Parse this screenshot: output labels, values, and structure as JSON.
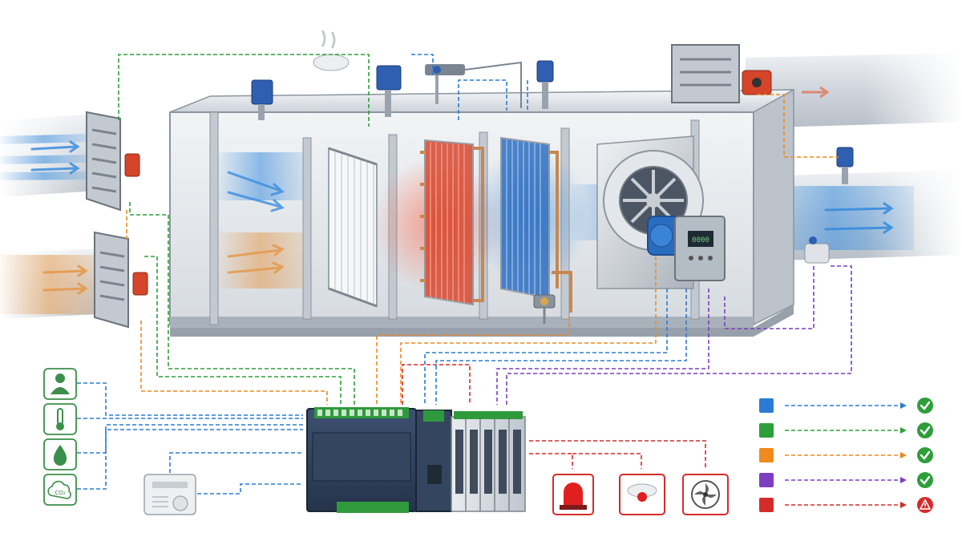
{
  "colors": {
    "background": "#ffffff",
    "duct": "#d4d9df",
    "ahu_frame": "#a9b1ba",
    "ahu_interior": "#e7eaee",
    "supply_air": "#3a8dde",
    "return_air": "#e49a4e",
    "heating_coil": "#d9482f",
    "cooling_coil": "#2f6fc1",
    "controller_body": "#2e3e57",
    "terminal_green": "#2f9a3c",
    "icon_green": "#3c8f4a",
    "alarm_red": "#d62b2b"
  },
  "signal_colors": {
    "blue": "#2b7bd6",
    "green": "#2e9e3a",
    "orange": "#ee8a1e",
    "purple": "#7c3fc1",
    "red": "#d62b2b"
  },
  "input_icons": [
    {
      "icon": "occupancy-person-icon"
    },
    {
      "icon": "thermometer-icon"
    },
    {
      "icon": "humidity-drop-icon"
    },
    {
      "icon": "co2-cloud-icon",
      "text": "CO₂"
    }
  ],
  "room_sensor": {
    "icon": "room-thermostat-icon"
  },
  "output_devices": [
    {
      "icon": "alarm-beacon-icon"
    },
    {
      "icon": "smoke-detector-icon"
    },
    {
      "icon": "exhaust-fan-icon"
    }
  ],
  "legend": {
    "rows": [
      {
        "color": "#2b7bd6",
        "status": "ok",
        "status_icon": "check-circle-icon"
      },
      {
        "color": "#2e9e3a",
        "status": "ok",
        "status_icon": "check-circle-icon"
      },
      {
        "color": "#ee8a1e",
        "status": "ok",
        "status_icon": "check-circle-icon"
      },
      {
        "color": "#7c3fc1",
        "status": "ok",
        "status_icon": "check-circle-icon"
      },
      {
        "color": "#d62b2b",
        "status": "alarm",
        "status_icon": "warning-triangle-icon"
      }
    ]
  },
  "ahu_sections": [
    {
      "name": "mixing-box-section"
    },
    {
      "name": "filter-section"
    },
    {
      "name": "heating-coil-section"
    },
    {
      "name": "cooling-coil-section"
    },
    {
      "name": "supply-fan-section"
    }
  ],
  "vfd": {
    "display": "0000"
  }
}
